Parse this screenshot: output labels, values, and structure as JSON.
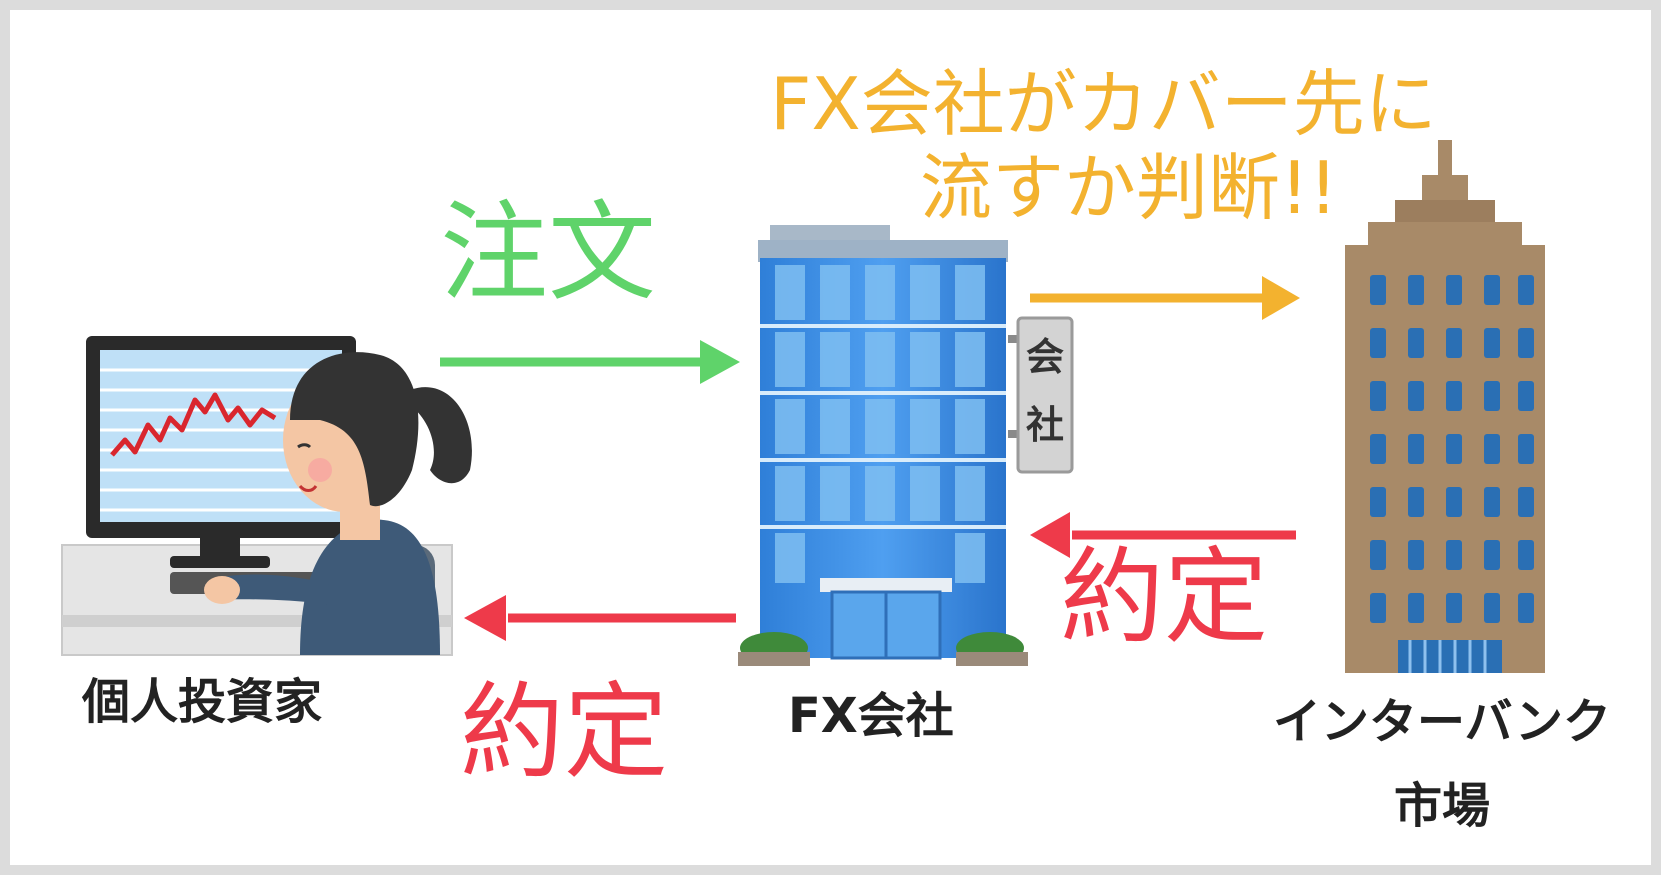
{
  "labels": {
    "order": "注文",
    "judge_line1": "FX会社がカバー先に",
    "judge_line2": "流すか判断!!",
    "fill_right": "約定",
    "fill_left": "約定"
  },
  "captions": {
    "investor": "個人投資家",
    "fx_company": "FX会社",
    "interbank_line1": "インターバンク",
    "interbank_line2": "市場"
  },
  "sign": {
    "char1": "会",
    "char2": "社"
  },
  "colors": {
    "order_green": "#5fd36a",
    "judge_yellow": "#f3b22f",
    "fill_red": "#ee3a4a"
  }
}
